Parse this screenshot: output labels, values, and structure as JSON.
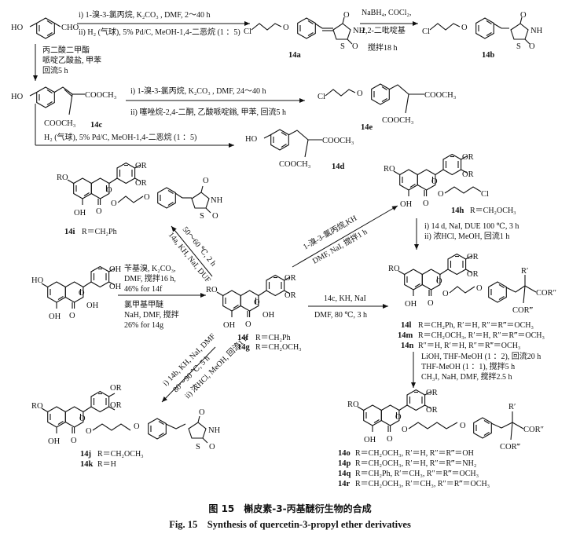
{
  "caption": {
    "cn": "图 15　槲皮素-3-丙基醚衍生物的合成",
    "en": "Fig. 15　Synthesis of quercetin-3-propyl ether derivatives"
  },
  "reagents": {
    "r1a": "i)  1-溴-3-氯丙烷, K₂CO₃ , DMF, 2～40 h",
    "r1b": "ii) H₂ (气球), 5% Pd/C, MeOH-1,4-二恶烷 (1 ：5)",
    "r2a": "NaBH₄, COCl₂,",
    "r2b": "2,2-二吡啶基",
    "r2c": "搅拌18 h",
    "r3a": "丙二酸二甲酯",
    "r3b": "哌啶乙酸盐, 甲苯",
    "r3c": "回流5 h",
    "r4a": "i)  1-溴-3-氯丙烷, K₂CO₃ , DMF, 24～40 h",
    "r4b": "ii) 噻唑烷-2,4-二酮, 乙酸哌啶鎓, 甲苯, 回流5 h",
    "r5": "H₂ (气球), 5% Pd/C, MeOH-1,4-二恶烷 (1 ：5)",
    "r6a": "i)  14 d,  NaI, DUE 100 ℃, 3 h",
    "r6b": "ii) 浓HCl, MeOH, 回流1 h",
    "r7a": "苄基溴, K₂CO₃,",
    "r7b": "DMF, 搅拌16 h,",
    "r7c": "46% for 14f",
    "r7d": "氯甲基甲醚",
    "r7e": "NaH, DMF, 搅拌",
    "r7f": "26% for 14g",
    "r8a": "14c, KH, NaI",
    "r8b": "DMF, 80 ℃, 3 h",
    "r9a": "LiOH, THF-MeOH (1 ：2), 回流20 h",
    "r9b": "THF-MeOH (1 ：1), 搅拌5 h",
    "r9c": "CH₃I, NaH, DMF, 搅拌2.5 h",
    "r10a": "1-溴-3-氯丙烷,KH",
    "r10b": "DMF, NaI, 搅拌1 h",
    "r11a": "14a, KH, NaI, DUF",
    "r11b": "50～60 ℃, 2 h",
    "r12a": "i)  14b, KH, NaI, DMF",
    "r12b": "80～90 ℃, 5 h",
    "r12c": "ii) 浓HCl, MeOH, 回流1 h"
  },
  "compounds": {
    "c14a": "14a",
    "c14b": "14b",
    "c14c": "14c",
    "c14e": "14e",
    "c14d": "14d",
    "c14f": "14f",
    "c14g": "14g",
    "c14h": "14h",
    "c14i": "14i",
    "c14j": "14j",
    "c14k": "14k",
    "c14l": "14l",
    "c14m": "14m",
    "c14n": "14n",
    "c14o": "14o",
    "c14p": "14p",
    "c14q": "14q",
    "c14r": "14r"
  },
  "substituents": {
    "s14f": "R＝CH₂Ph",
    "s14g": "R＝CH₂OCH₃",
    "s14h": "R＝CH₂OCH₃",
    "s14i": "R＝CH₂Ph",
    "s14j": "R＝CH₂OCH₃",
    "s14k": "R＝H",
    "s14l": "R＝CH₂Ph, R′＝H, R″＝R‴＝OCH₃",
    "s14m": "R＝CH₂OCH₃, R′＝H, R″＝R‴＝OCH₃",
    "s14n": "R″＝H, R′＝H, R″＝R‴＝OCH₃",
    "s14o": "R＝CH₂OCH₃, R′＝H, R″＝R‴＝OH",
    "s14p": "R＝CH₂OCH₃, R′＝H, R″＝R‴＝NH₂",
    "s14q": "R＝CH₂Ph, R′＝CH₃, R″＝R‴＝OCH₃",
    "s14r": "R＝CH₂OCH₃, R′＝CH₃, R″＝R‴＝OCH₃"
  },
  "atoms": {
    "HO": "HO",
    "OH": "OH",
    "O": "O",
    "OR": "OR",
    "RO": "RO",
    "CHO": "CHO",
    "Cl": "Cl",
    "S": "S",
    "NH": "NH",
    "COOCH3": "COOCH₃",
    "COR2": "COR″",
    "COR3": "COR‴",
    "R1": "R′"
  }
}
